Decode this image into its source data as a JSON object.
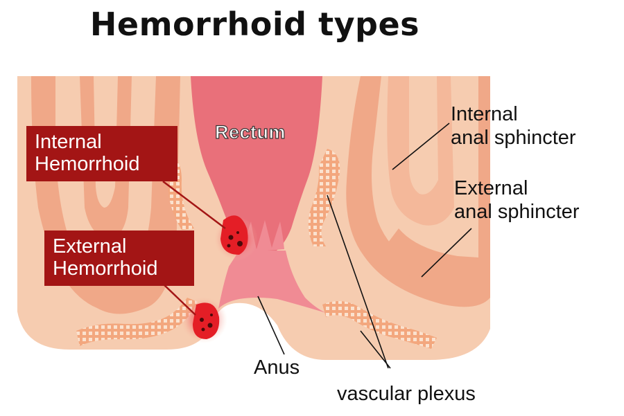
{
  "title": "Hemorrhoid types",
  "labels": {
    "rectum": "Rectum",
    "anus": "Anus",
    "vascular_plexus": "vascular plexus",
    "internal_sphincter": [
      "Internal",
      "anal sphincter"
    ],
    "external_sphincter": [
      "External",
      "anal sphincter"
    ],
    "internal_hemorrhoid": [
      "Internal",
      "Hemorrhoid"
    ],
    "external_hemorrhoid": [
      "External",
      "Hemorrhoid"
    ]
  },
  "colors": {
    "tissue": "#f6ccb0",
    "muscle": "#f0a888",
    "muscle_light": "#f4b89a",
    "rectum": "#e9707a",
    "anus": "#f08b94",
    "label_box": "#a31515",
    "hemorrhoid": "#e41e26"
  }
}
